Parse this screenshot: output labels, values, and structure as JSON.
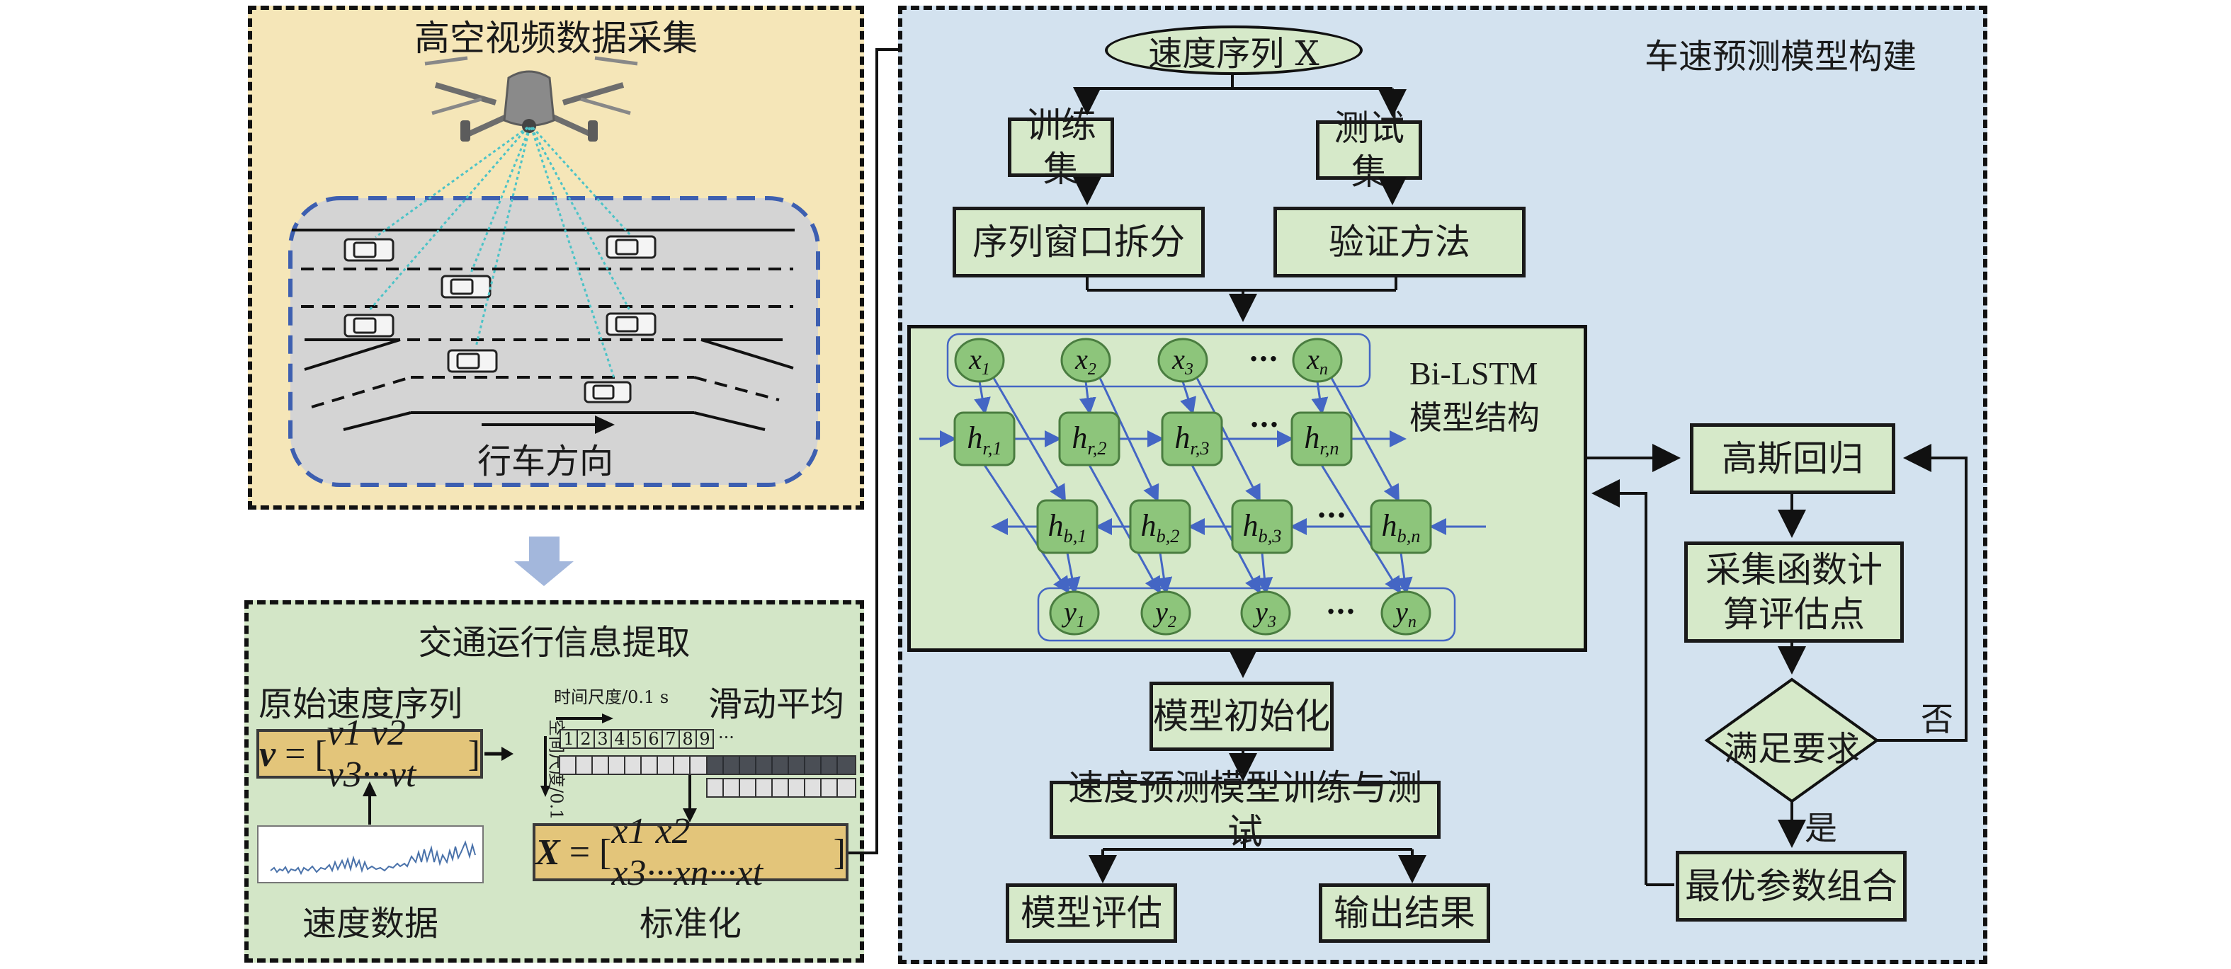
{
  "panels": {
    "video_collection": {
      "title": "高空视频数据采集",
      "road_direction_label": "行车方向",
      "background": "#f5e6b8"
    },
    "traffic_info_extraction": {
      "title": "交通运行信息提取",
      "raw_speed_sequence_label": "原始速度序列",
      "raw_speed_formula": {
        "lhs": "v",
        "eq": "=",
        "terms": [
          "v1",
          "v2",
          "v3",
          "···",
          "vt"
        ]
      },
      "speed_data_label": "速度数据",
      "time_scale_label": "时间尺度/0.1 s",
      "space_scale_label": "空间尺度/0.1 m",
      "moving_average_label": "滑动平均",
      "window_cells": [
        "1",
        "2",
        "3",
        "4",
        "5",
        "6",
        "7",
        "8",
        "9"
      ],
      "window_ellipsis": "···",
      "normalization_label": "标准化",
      "normalized_formula": {
        "lhs": "X",
        "eq": "=",
        "terms": [
          "x1",
          "x2",
          "x3",
          "···",
          "xn",
          "···",
          "xt"
        ]
      },
      "background": "#d3e6c7"
    },
    "model_construction": {
      "title": "车速预测模型构建",
      "background": "#d3e2ef"
    }
  },
  "flow": {
    "speed_sequence": "速度序列 X",
    "train_set": "训练集",
    "test_set": "测试集",
    "window_split": "序列窗口拆分",
    "validation_method": "验证方法",
    "bilstm_title_line1": "Bi-LSTM",
    "bilstm_title_line2": "模型结构",
    "model_init": "模型初始化",
    "train_test": "速度预测模型训练与测试",
    "model_eval": "模型评估",
    "output_result": "输出结果",
    "gaussian_regression": "高斯回归",
    "acq_func_line1": "采集函数计",
    "acq_func_line2": "算评估点",
    "meets_requirement": "满足要求",
    "no": "否",
    "yes": "是",
    "optimal_params": "最优参数组合"
  },
  "bilstm": {
    "inputs": [
      "x1",
      "x2",
      "x3",
      "xn"
    ],
    "forward_states": [
      "hr,1",
      "hr,2",
      "hr,3",
      "hr,n"
    ],
    "backward_states": [
      "hb,1",
      "hb,2",
      "hb,3",
      "hb,n"
    ],
    "outputs": [
      "y1",
      "y2",
      "y3",
      "yn"
    ],
    "ellipsis": "···"
  },
  "colors": {
    "node_fill": "#8dc57b",
    "node_stroke": "#4a7d40",
    "arrow_blue": "#4466c4",
    "box_fill": "#d6e9c9",
    "math_box_fill": "#e3c57a",
    "road_fill": "#d4d4d4",
    "road_border": "#3d5fb0",
    "drone_link": "#4cc3c7"
  }
}
